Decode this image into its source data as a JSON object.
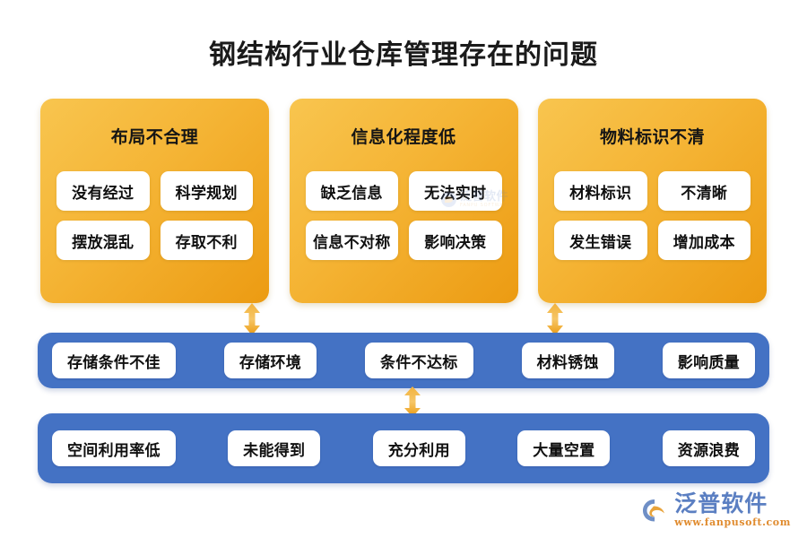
{
  "title": "钢结构行业仓库管理存在的问题",
  "cards": [
    {
      "id": "layout",
      "title": "布局不合理",
      "chips": [
        "没有经过",
        "科学规划",
        "摆放混乱",
        "存取不利"
      ]
    },
    {
      "id": "informatization",
      "title": "信息化程度低",
      "chips": [
        "缺乏信息",
        "无法实时",
        "信息不对称",
        "影响决策"
      ]
    },
    {
      "id": "material-label",
      "title": "物料标识不清",
      "chips": [
        "材料标识",
        "不清晰",
        "发生错误",
        "增加成本"
      ]
    }
  ],
  "blue_rows": [
    {
      "id": "storage-condition",
      "chips": [
        "存储条件不佳",
        "存储环境",
        "条件不达标",
        "材料锈蚀",
        "影响质量"
      ]
    },
    {
      "id": "space-utilization",
      "chips": [
        "空间利用率低",
        "未能得到",
        "充分利用",
        "大量空置",
        "资源浪费"
      ]
    }
  ],
  "arrows": [
    {
      "id": "arrow-card1",
      "name": "double-arrow-icon"
    },
    {
      "id": "arrow-card3",
      "name": "double-arrow-icon"
    },
    {
      "id": "arrow-bars",
      "name": "double-arrow-icon"
    }
  ],
  "watermark": {
    "name": "泛普软件",
    "sub": "FANPU SOFTWARE"
  },
  "logo": {
    "name": "泛普软件",
    "url": "www.fanpusoft.com"
  },
  "colors": {
    "card_gradient_start": "#F8C54F",
    "card_gradient_end": "#EC9B12",
    "blue_bar": "#4472C4",
    "chip_bg": "#FFFFFF",
    "arrow": "#F0A92B",
    "title_text": "#1A1A1A",
    "logo_blue": "#5B7FC2",
    "logo_orange": "#E08B2E"
  }
}
